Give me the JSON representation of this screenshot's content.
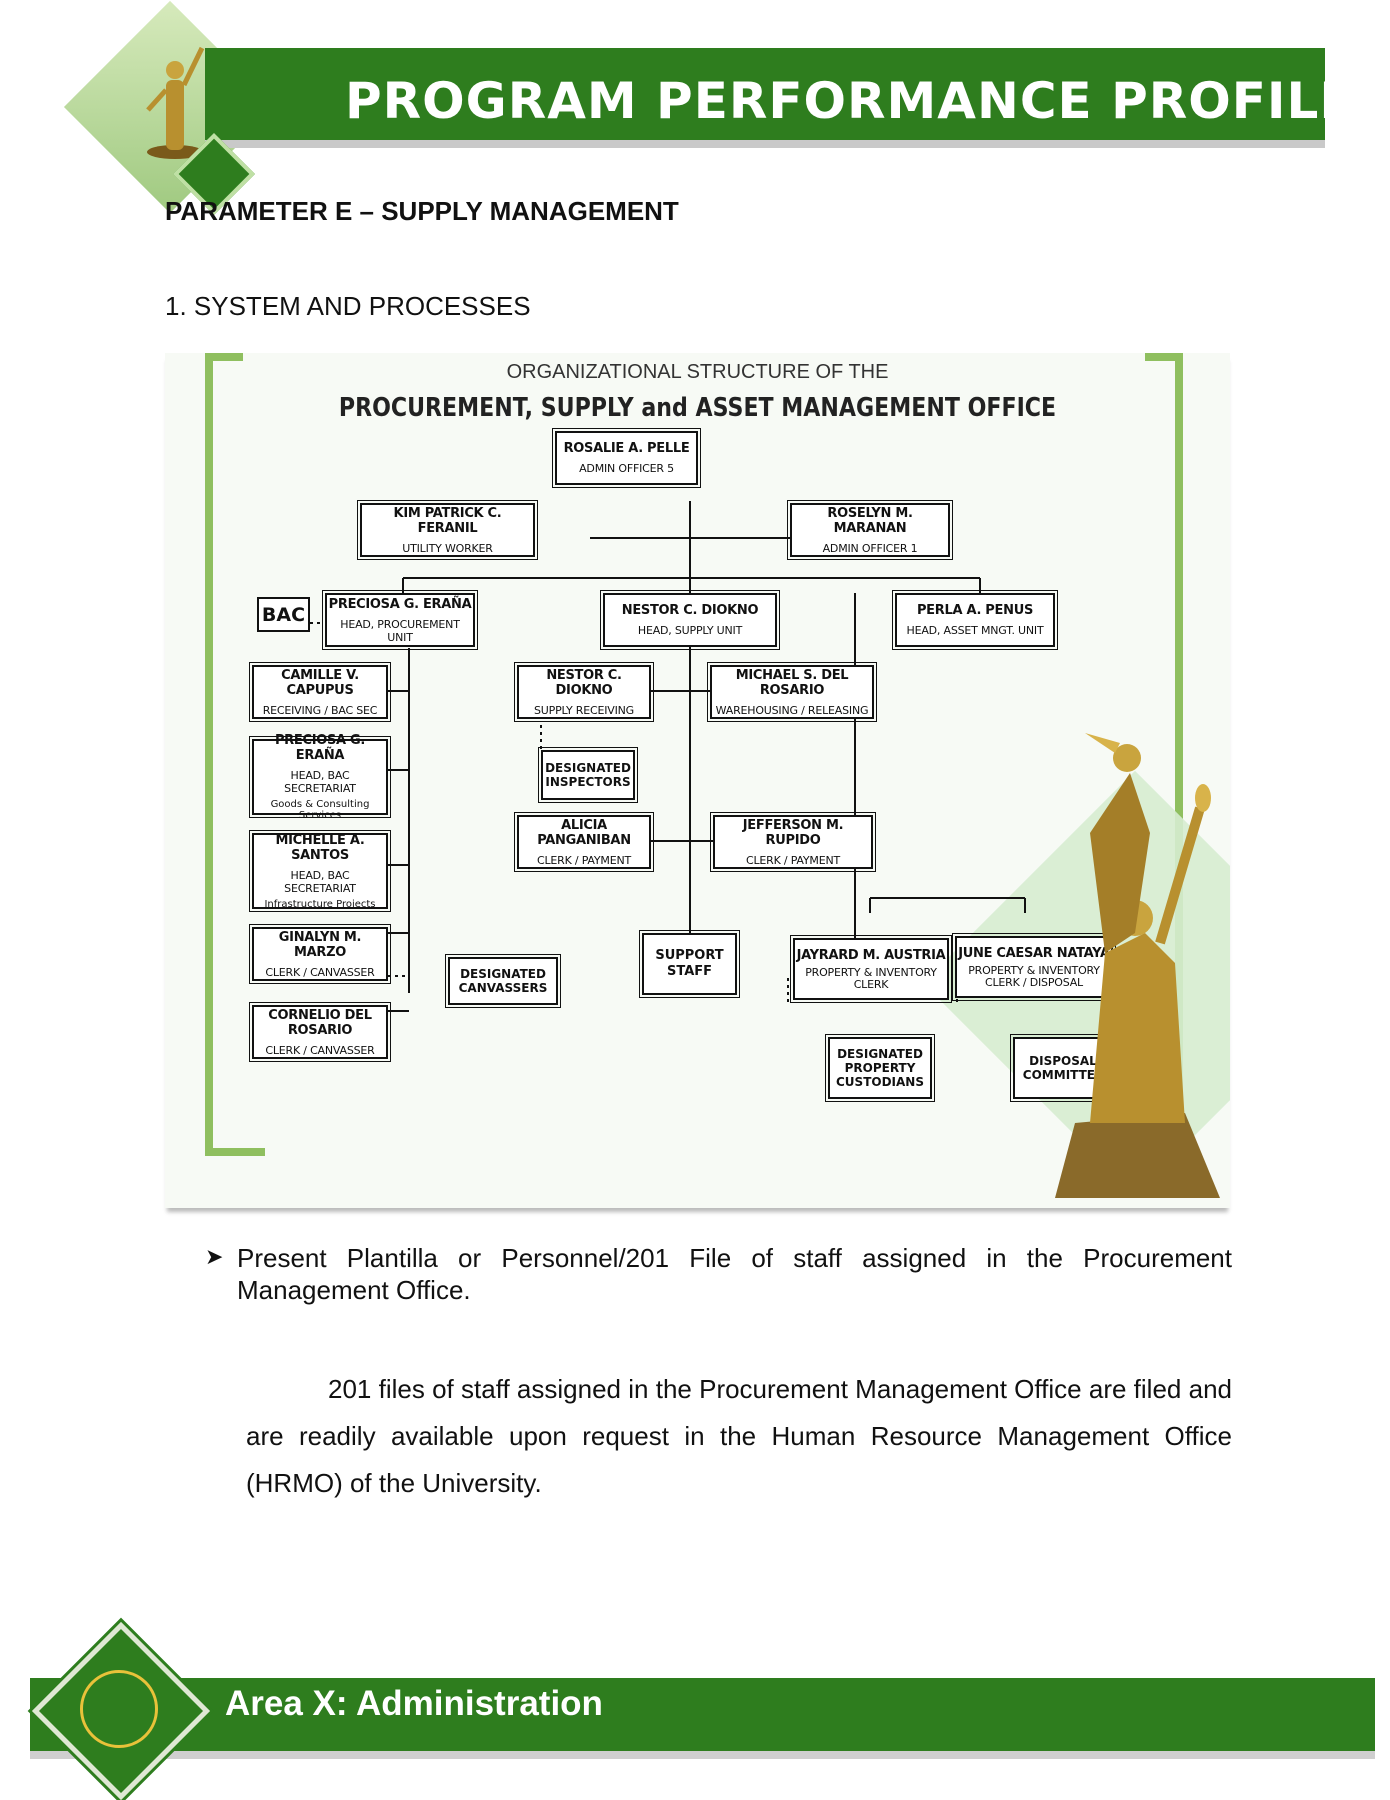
{
  "header": {
    "title": "PROGRAM PERFORMANCE PROFILE"
  },
  "parameter": "PARAMETER E – SUPPLY MANAGEMENT",
  "section": "1. SYSTEM AND PROCESSES",
  "org_chart": {
    "title_line1": "ORGANIZATIONAL STRUCTURE OF THE",
    "title_line2": "PROCUREMENT, SUPPLY and ASSET MANAGEMENT OFFICE",
    "top": {
      "name": "ROSALIE A. PELLE",
      "role": "ADMIN OFFICER 5"
    },
    "utility": {
      "name": "KIM PATRICK C. FERANIL",
      "role": "UTILITY WORKER"
    },
    "admin1": {
      "name": "ROSELYN M. MARANAN",
      "role": "ADMIN OFFICER 1"
    },
    "bac": "BAC",
    "head_procurement": {
      "name": "PRECIOSA G. ERAÑA",
      "role": "HEAD, PROCUREMENT UNIT"
    },
    "head_supply": {
      "name": "NESTOR C. DIOKNO",
      "role": "HEAD, SUPPLY UNIT"
    },
    "head_asset": {
      "name": "PERLA A. PENUS",
      "role": "HEAD, ASSET MNGT. UNIT"
    },
    "capupus": {
      "name": "CAMILLE V. CAPUPUS",
      "role": "RECEIVING / BAC SEC"
    },
    "erana_bac": {
      "name": "PRECIOSA G. ERAÑA",
      "role": "HEAD, BAC SECRETARIAT",
      "sub": "Goods & Consulting Services"
    },
    "santos": {
      "name": "MICHELLE A. SANTOS",
      "role": "HEAD, BAC SECRETARIAT",
      "sub": "Infrastructure Projects"
    },
    "marzo": {
      "name": "GINALYN M. MARZO",
      "role": "CLERK / CANVASSER"
    },
    "delrosario_c": {
      "name": "CORNELIO DEL ROSARIO",
      "role": "CLERK / CANVASSER"
    },
    "designated_canvassers": "DESIGNATED CANVASSERS",
    "diokno_receiving": {
      "name": "NESTOR C. DIOKNO",
      "role": "SUPPLY RECEIVING"
    },
    "delrosario_m": {
      "name": "MICHAEL S. DEL ROSARIO",
      "role": "WAREHOUSING / RELEASING"
    },
    "designated_inspectors": "DESIGNATED INSPECTORS",
    "panganiban": {
      "name": "ALICIA PANGANIBAN",
      "role": "CLERK / PAYMENT"
    },
    "rupido": {
      "name": "JEFFERSON M. RUPIDO",
      "role": "CLERK / PAYMENT"
    },
    "support_staff": "SUPPORT STAFF",
    "austria": {
      "name": "JAYRARD M. AUSTRIA",
      "role": "PROPERTY & INVENTORY CLERK"
    },
    "nataya": {
      "name": "JUNE CAESAR NATAYA",
      "role": "PROPERTY & INVENTORY CLERK / DISPOSAL"
    },
    "designated_custodians": "DESIGNATED PROPERTY CUSTODIANS",
    "disposal_committee": "DISPOSAL COMMITTEE"
  },
  "bullet": "Present Plantilla or Personnel/201 File of staff assigned in the Procurement Management Office.",
  "paragraph": "201 files of staff assigned in the Procurement Management Office are filed and are readily available upon request in the Human Resource Management Office (HRMO) of the University.",
  "footer": {
    "title": "Area X: Administration"
  },
  "colors": {
    "brand_green": "#2e7d1e",
    "frame_green": "#8fbf5f"
  }
}
